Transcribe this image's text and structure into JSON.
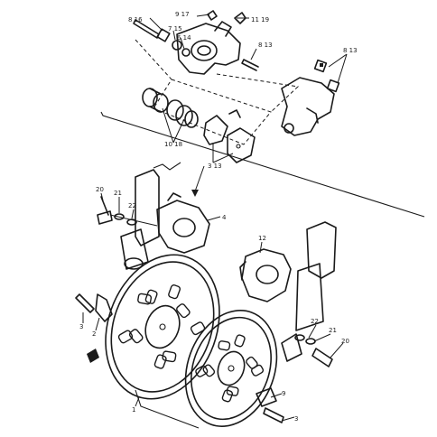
{
  "callouts": {
    "c816": "8 16",
    "c917": "9 17",
    "c1119": "11 19",
    "c715": "7 15",
    "c614": "6 14",
    "c813a": "8 13",
    "c813b": "8 13",
    "c1018": "10 18",
    "c313": "3 13",
    "c4": "4",
    "c20a": "20",
    "c21a": "21",
    "c22a": "22",
    "c12": "12",
    "c3a": "3",
    "c2": "2",
    "c1": "1",
    "c22b": "22",
    "c21b": "21",
    "c20b": "20",
    "c9": "9",
    "c3b": "3"
  }
}
